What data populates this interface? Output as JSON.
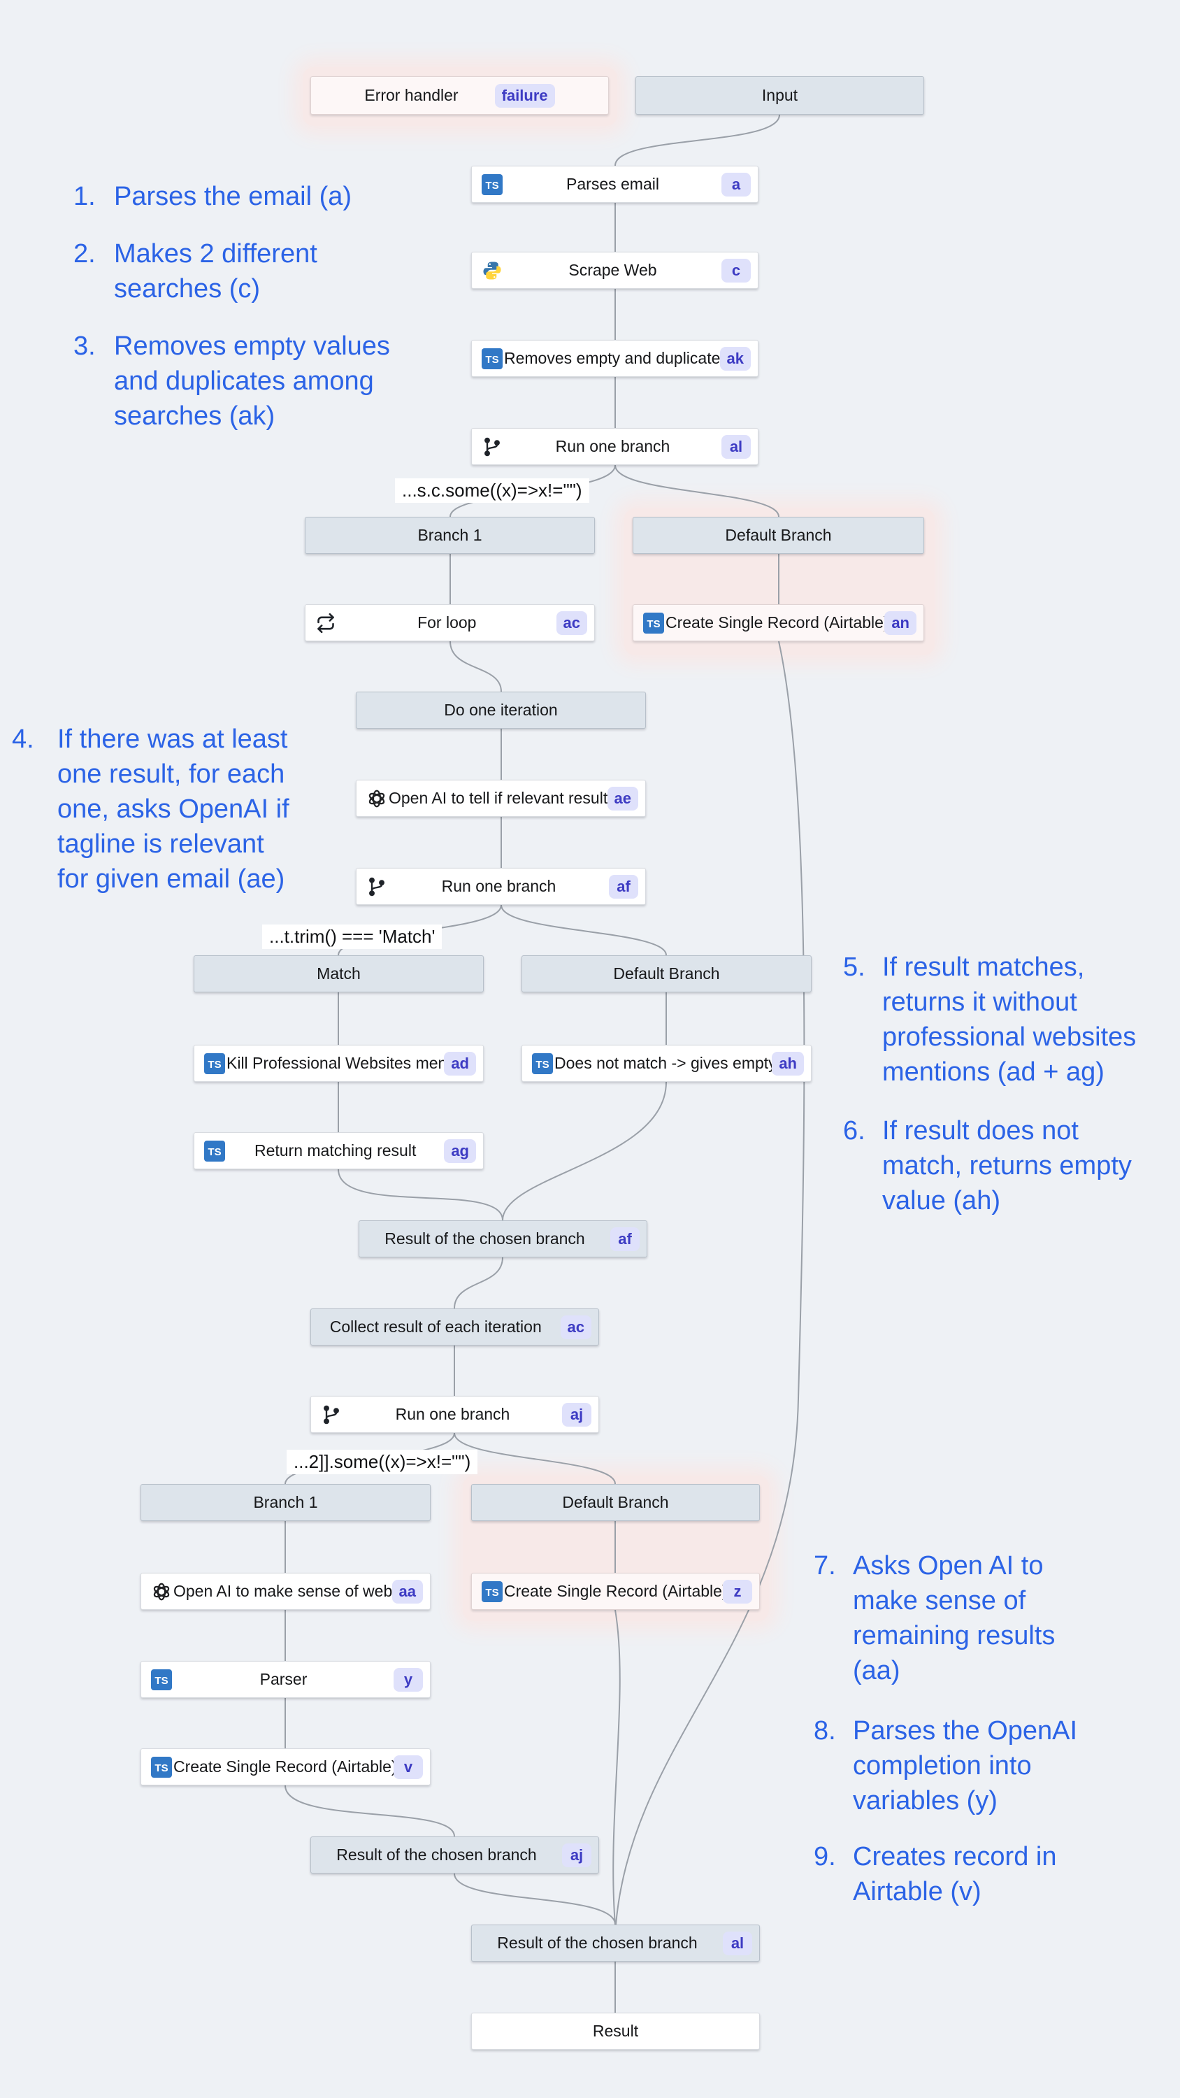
{
  "canvas": {
    "bg": "#eef1f5",
    "annotation_blue": "#2b63e6",
    "badge_bg": "#dfe1fb",
    "badge_text": "#3d3bc3",
    "gray_node_bg": "#dde4eb",
    "highlight_pink": "#f7e9e8",
    "connector_gray": "#9aa0a8",
    "ts_icon_blue": "#3178c6"
  },
  "icons": {
    "ts_label": "TS"
  },
  "nodes": {
    "error_handler": {
      "label": "Error handler",
      "badge": "failure"
    },
    "input": {
      "label": "Input"
    },
    "parses_email": {
      "label": "Parses email",
      "badge": "a"
    },
    "scrape_web": {
      "label": "Scrape Web",
      "badge": "c"
    },
    "removes_empty": {
      "label": "Removes empty and duplicates",
      "badge": "ak"
    },
    "run_one_branch_al": {
      "label": "Run one branch",
      "badge": "al"
    },
    "branch1_top": {
      "label": "Branch 1"
    },
    "default_branch_top": {
      "label": "Default Branch"
    },
    "for_loop": {
      "label": "For loop",
      "badge": "ac"
    },
    "create_record_an": {
      "label": "Create Single Record (Airtable)",
      "badge": "an"
    },
    "do_one_iteration": {
      "label": "Do one iteration"
    },
    "openai_relevant": {
      "label": "Open AI to tell if relevant result",
      "badge": "ae"
    },
    "run_one_branch_af": {
      "label": "Run one branch",
      "badge": "af"
    },
    "match_branch": {
      "label": "Match"
    },
    "default_branch_mid": {
      "label": "Default Branch"
    },
    "kill_professional": {
      "label": "Kill Professional Websites mentions",
      "badge": "ad"
    },
    "does_not_match": {
      "label": "Does not match -> gives empty value",
      "badge": "ah"
    },
    "return_matching": {
      "label": "Return matching result",
      "badge": "ag"
    },
    "result_chosen_af": {
      "label": "Result of the chosen branch",
      "badge": "af"
    },
    "collect_result": {
      "label": "Collect result of each iteration",
      "badge": "ac"
    },
    "run_one_branch_aj": {
      "label": "Run one branch",
      "badge": "aj"
    },
    "branch1_bottom": {
      "label": "Branch 1"
    },
    "default_branch_bottom": {
      "label": "Default Branch"
    },
    "openai_web_info": {
      "label": "Open AI to make sense of web info",
      "badge": "aa"
    },
    "create_record_z": {
      "label": "Create Single Record (Airtable)",
      "badge": "z"
    },
    "parser": {
      "label": "Parser",
      "badge": "y"
    },
    "create_record_v": {
      "label": "Create Single Record (Airtable)",
      "badge": "v"
    },
    "result_chosen_aj": {
      "label": "Result of the chosen branch",
      "badge": "aj"
    },
    "result_chosen_al": {
      "label": "Result of the chosen branch",
      "badge": "al"
    },
    "result_final": {
      "label": "Result"
    }
  },
  "conditions": {
    "cond_al": "...s.c.some((x)=>x!=\"\")",
    "cond_af": "...t.trim() === 'Match'",
    "cond_aj": "...2]].some((x)=>x!=\"\")"
  },
  "annotations": [
    {
      "num": "1.",
      "lines": [
        "Parses the email (a)"
      ]
    },
    {
      "num": "2.",
      "lines": [
        "Makes 2 different",
        "searches (c)"
      ]
    },
    {
      "num": "3.",
      "lines": [
        "Removes empty values",
        "and duplicates among",
        "searches (ak)"
      ]
    },
    {
      "num": "4.",
      "lines": [
        "If there was at least",
        "one result, for each",
        "one, asks OpenAI if",
        "tagline is relevant",
        "for given email (ae)"
      ]
    },
    {
      "num": "5.",
      "lines": [
        "If result matches,",
        "returns it without",
        "professional websites",
        "mentions (ad + ag)"
      ]
    },
    {
      "num": "6.",
      "lines": [
        "If result does not",
        "match, returns empty",
        "value (ah)"
      ]
    },
    {
      "num": "7.",
      "lines": [
        "Asks Open AI to",
        "make sense of",
        "remaining results",
        "(aa)"
      ]
    },
    {
      "num": "8.",
      "lines": [
        "Parses the OpenAI",
        "completion into",
        "variables (y)"
      ]
    },
    {
      "num": "9.",
      "lines": [
        "Creates record in",
        "Airtable (v)"
      ]
    }
  ]
}
